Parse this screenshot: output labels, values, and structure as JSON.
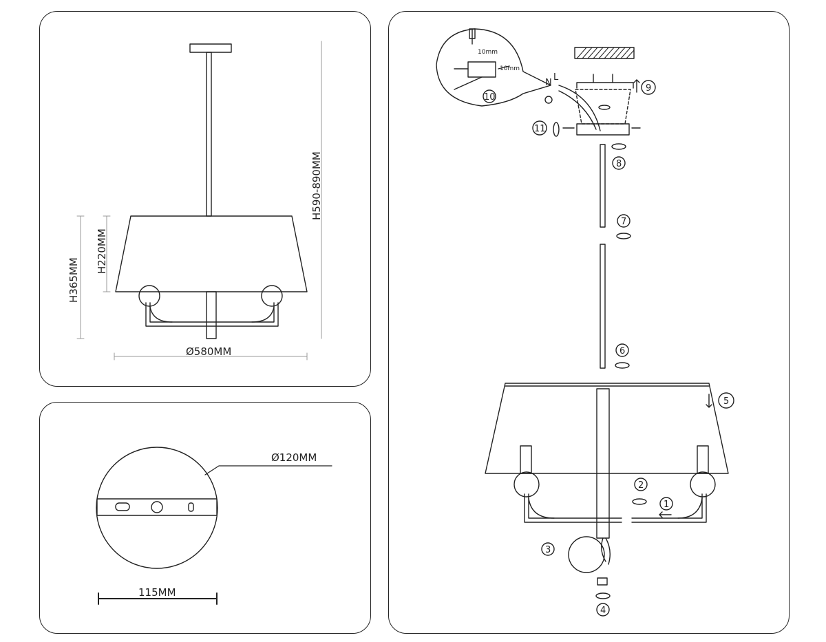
{
  "dimensions": {
    "total_height": "H590-890MM",
    "shade_height": "H220MM",
    "body_height": "H365MM",
    "diameter": "Ø580MM",
    "canopy_diameter": "Ø120MM",
    "mount_width": "115MM"
  },
  "steps": [
    "1",
    "2",
    "3",
    "4",
    "5",
    "6",
    "7",
    "8",
    "9",
    "10",
    "11"
  ],
  "wire_labels": {
    "neutral": "N",
    "live": "L"
  },
  "tiny_labels": {
    "strip_length_a": "10mm",
    "strip_length_b": "10mm"
  }
}
